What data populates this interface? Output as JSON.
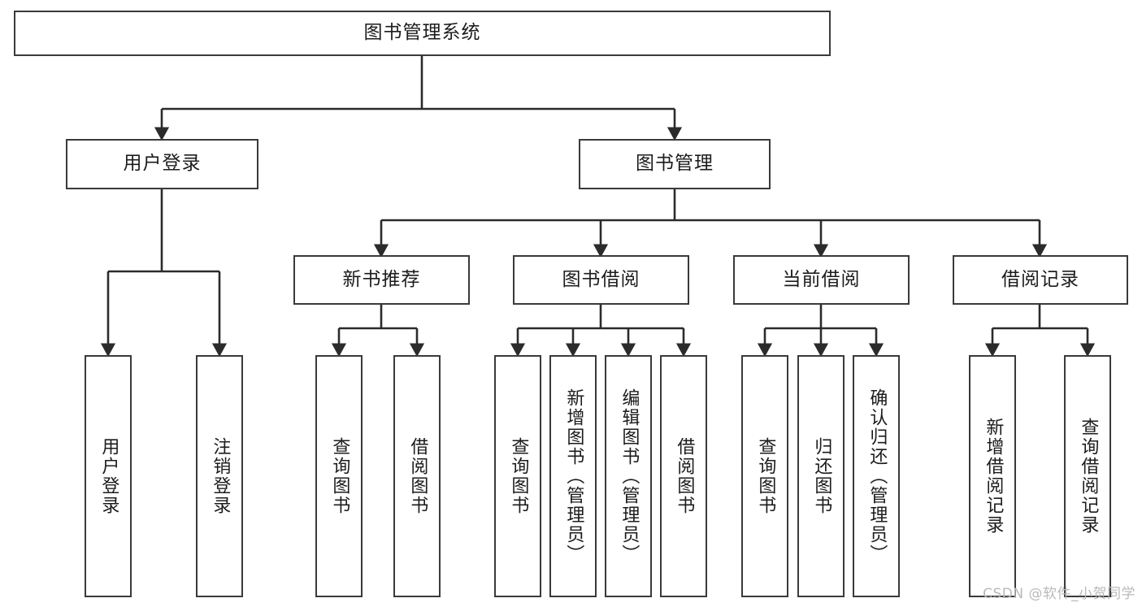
{
  "diagram": {
    "title": "图书管理系统",
    "type": "tree",
    "background_color": "#ffffff",
    "node_border_color": "#3a3a3a",
    "node_fill_color": "#ffffff",
    "text_color": "#1c1c1c",
    "edge_color": "#2b2b2b"
  },
  "watermark": {
    "text": "CSDN @软件_小贺同学",
    "color": "#b9b9b9"
  },
  "nodes": {
    "root": {
      "label": "图书管理系统",
      "level": 1,
      "orientation": "horizontal"
    },
    "l2": [
      {
        "id": "user-login",
        "label": "用户登录",
        "level": 2,
        "orientation": "horizontal"
      },
      {
        "id": "book-management",
        "label": "图书管理",
        "level": 2,
        "orientation": "horizontal"
      }
    ],
    "l3": [
      {
        "id": "new-book-recommend",
        "label": "新书推荐",
        "level": 3,
        "orientation": "horizontal"
      },
      {
        "id": "book-borrow",
        "label": "图书借阅",
        "level": 3,
        "orientation": "horizontal"
      },
      {
        "id": "current-borrow",
        "label": "当前借阅",
        "level": 3,
        "orientation": "horizontal"
      },
      {
        "id": "borrow-record",
        "label": "借阅记录",
        "level": 3,
        "orientation": "horizontal"
      }
    ],
    "leaves": [
      {
        "id": "leaf-user-login",
        "label": "用户登录",
        "parent": "user-login",
        "orientation": "vertical"
      },
      {
        "id": "leaf-logout",
        "label": "注销登录",
        "parent": "user-login",
        "orientation": "vertical"
      },
      {
        "id": "leaf-query-book-1",
        "label": "查询图书",
        "parent": "new-book-recommend",
        "orientation": "vertical"
      },
      {
        "id": "leaf-borrow-book-1",
        "label": "借阅图书",
        "parent": "new-book-recommend",
        "orientation": "vertical"
      },
      {
        "id": "leaf-query-book-2",
        "label": "查询图书",
        "parent": "book-borrow",
        "orientation": "vertical"
      },
      {
        "id": "leaf-add-book",
        "label": "新增图书（管理员）",
        "parent": "book-borrow",
        "orientation": "vertical"
      },
      {
        "id": "leaf-edit-book",
        "label": "编辑图书（管理员）",
        "parent": "book-borrow",
        "orientation": "vertical"
      },
      {
        "id": "leaf-borrow-book-2",
        "label": "借阅图书",
        "parent": "book-borrow",
        "orientation": "vertical"
      },
      {
        "id": "leaf-query-book-3",
        "label": "查询图书",
        "parent": "current-borrow",
        "orientation": "vertical"
      },
      {
        "id": "leaf-return-book",
        "label": "归还图书",
        "parent": "current-borrow",
        "orientation": "vertical"
      },
      {
        "id": "leaf-confirm-return",
        "label": "确认归还（管理员）",
        "parent": "current-borrow",
        "orientation": "vertical"
      },
      {
        "id": "leaf-add-record",
        "label": "新增借阅记录",
        "parent": "borrow-record",
        "orientation": "vertical"
      },
      {
        "id": "leaf-query-record",
        "label": "查询借阅记录",
        "parent": "borrow-record",
        "orientation": "vertical"
      }
    ]
  }
}
